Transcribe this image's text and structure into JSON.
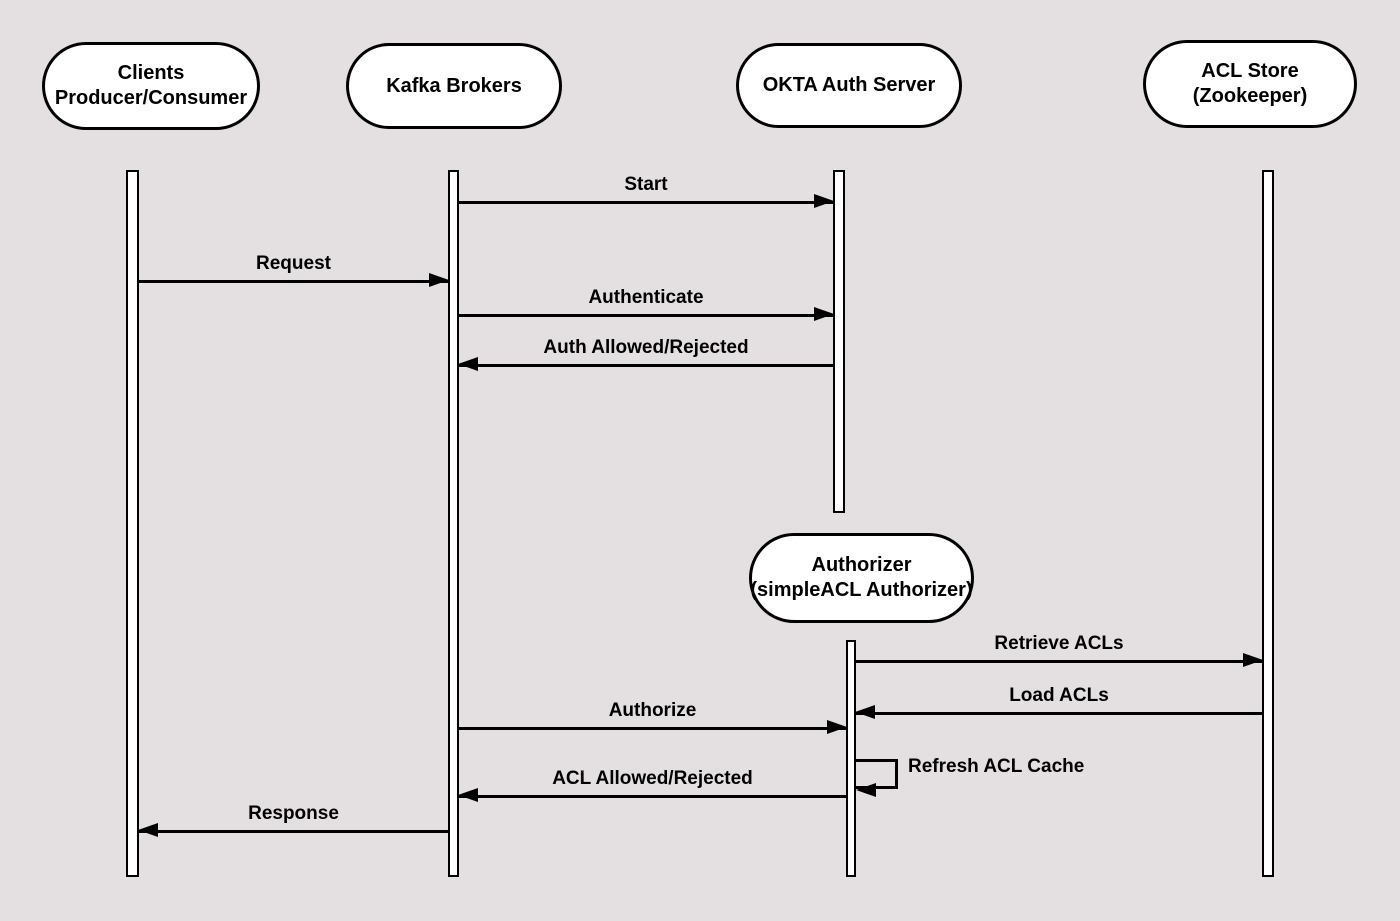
{
  "diagram_title": "",
  "colors": {
    "background": "#e4dfe0",
    "node_fill": "#ffffff",
    "stroke": "#000000",
    "text": "#000000"
  },
  "actors": [
    {
      "id": "clients",
      "line1": "Clients",
      "line2": "Producer/Consumer"
    },
    {
      "id": "kafka-brokers",
      "line1": "Kafka Brokers",
      "line2": ""
    },
    {
      "id": "okta-auth-server",
      "line1": "OKTA Auth Server",
      "line2": ""
    },
    {
      "id": "acl-store",
      "line1": "ACL Store",
      "line2": "(Zookeeper)"
    },
    {
      "id": "authorizer",
      "line1": "Authorizer",
      "line2": "(simpleACL Authorizer)"
    }
  ],
  "messages": [
    {
      "label": "Start",
      "from": "Kafka Brokers",
      "to": "OKTA Auth Server",
      "direction": "right"
    },
    {
      "label": "Request",
      "from": "Clients Producer/Consumer",
      "to": "Kafka Brokers",
      "direction": "right"
    },
    {
      "label": "Authenticate",
      "from": "Kafka Brokers",
      "to": "OKTA Auth Server",
      "direction": "right"
    },
    {
      "label": "Auth Allowed/Rejected",
      "from": "OKTA Auth Server",
      "to": "Kafka Brokers",
      "direction": "left"
    },
    {
      "label": "Retrieve ACLs",
      "from": "Authorizer (simpleACL Authorizer)",
      "to": "ACL Store (Zookeeper)",
      "direction": "right"
    },
    {
      "label": "Load ACLs",
      "from": "ACL Store (Zookeeper)",
      "to": "Authorizer (simpleACL Authorizer)",
      "direction": "left"
    },
    {
      "label": "Authorize",
      "from": "Kafka Brokers",
      "to": "Authorizer (simpleACL Authorizer)",
      "direction": "right"
    },
    {
      "label": "Refresh ACL Cache",
      "from": "Authorizer (simpleACL Authorizer)",
      "to": "Authorizer (simpleACL Authorizer)",
      "direction": "self"
    },
    {
      "label": "ACL Allowed/Rejected",
      "from": "Authorizer (simpleACL Authorizer)",
      "to": "Kafka Brokers",
      "direction": "left"
    },
    {
      "label": "Response",
      "from": "Kafka Brokers",
      "to": "Clients Producer/Consumer",
      "direction": "left"
    }
  ]
}
